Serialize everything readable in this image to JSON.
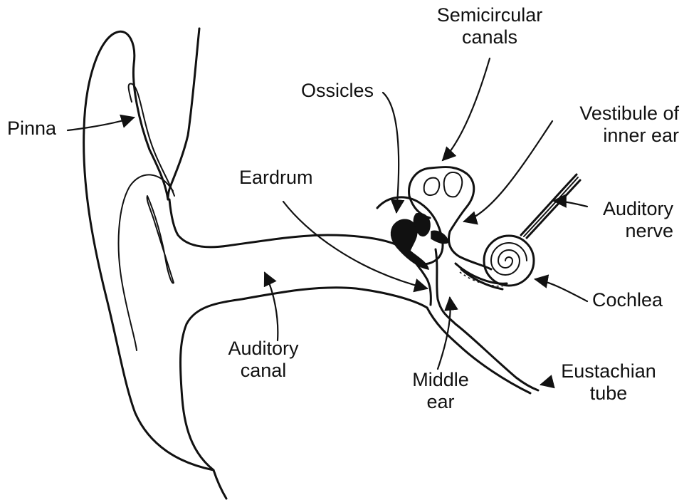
{
  "labels": {
    "pinna": "Pinna",
    "ossicles": "Ossicles",
    "semicircular_canals": [
      "Semicircular",
      "canals"
    ],
    "vestibule": [
      "Vestibule of",
      "inner ear"
    ],
    "eardrum": "Eardrum",
    "auditory_nerve": [
      "Auditory",
      "nerve"
    ],
    "cochlea": "Cochlea",
    "auditory_canal": [
      "Auditory",
      "canal"
    ],
    "middle_ear": [
      "Middle",
      "ear"
    ],
    "eustachian_tube": [
      "Eustachian",
      "tube"
    ]
  }
}
